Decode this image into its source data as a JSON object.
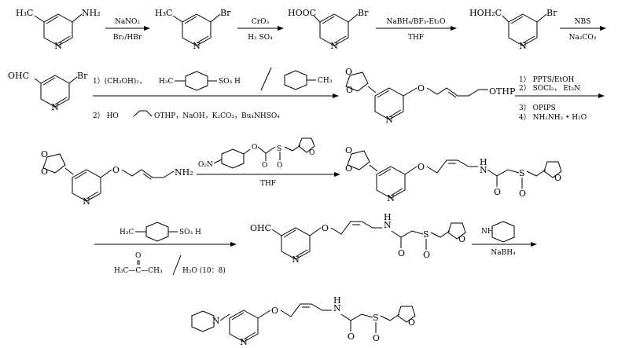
{
  "row1": {
    "sm_ch3": "H₃C",
    "sm_nh2": "NH₂",
    "r1_top": "NaNO₂",
    "r1_bot": "Br₂/HBr",
    "i1_ch3": "H₃C",
    "i1_br": "Br",
    "r2_top": "CrO₃",
    "r2_bot": "H₂ SO₄",
    "i2_cooh": "HOOC",
    "i2_br": "Br",
    "r3_top": "NaBH₄/BF₃-Et₂O",
    "r3_bot": "THF",
    "i3_ch2oh": "HOH₂C",
    "i3_br": "Br",
    "r4_top": "NBS",
    "r4_bot": "Na₂CO₃"
  },
  "row2": {
    "ald_cho": "OHC",
    "ald_br": "Br",
    "step1": "1）(CH₂OH)₂，",
    "tsoh_ch3": "H₃C",
    "tsoh_so3h": "SO₃ H",
    "tol_ch3": "CH₃",
    "step2": "2） HO",
    "step2_othp": "OTHP，NaOH，K₂CO₃，Bu₄NHSO₄",
    "prod_othp": "OTHP",
    "c1": "1） PPTS/EtOH",
    "c2": "2） SOCl₂，  Et₃N",
    "c3": "3） OPIPS",
    "c4": "4） NH₂NH₂ • H₂O"
  },
  "row3": {
    "amine_nh2": "NH₂",
    "reagent_no2": "O₂N",
    "reagent_o": "O",
    "reagent_so": "S",
    "reagent_so_o": "O",
    "cond": "THF",
    "amide_h": "H",
    "amide_n": "N",
    "amide_o": "O",
    "amide_s": "S",
    "amide_so": "O"
  },
  "row4": {
    "tsoh_ch3": "H₃C",
    "tsoh_so3h": "SO₃ H",
    "acetone_o": "O",
    "acetone": "H₃C—C—CH₃",
    "water": "H₂O (10：8)",
    "p_cho": "OHC",
    "p_h": "H",
    "p_n": "N",
    "p_o": "O",
    "p_s": "S",
    "p_so": "O",
    "pip_nh": "NH",
    "r_bot": "NaBH₄"
  },
  "row5": {
    "f_nh": "N",
    "f_h": "H",
    "f_n": "N",
    "f_o": "O",
    "f_s": "S",
    "f_so": "O"
  }
}
